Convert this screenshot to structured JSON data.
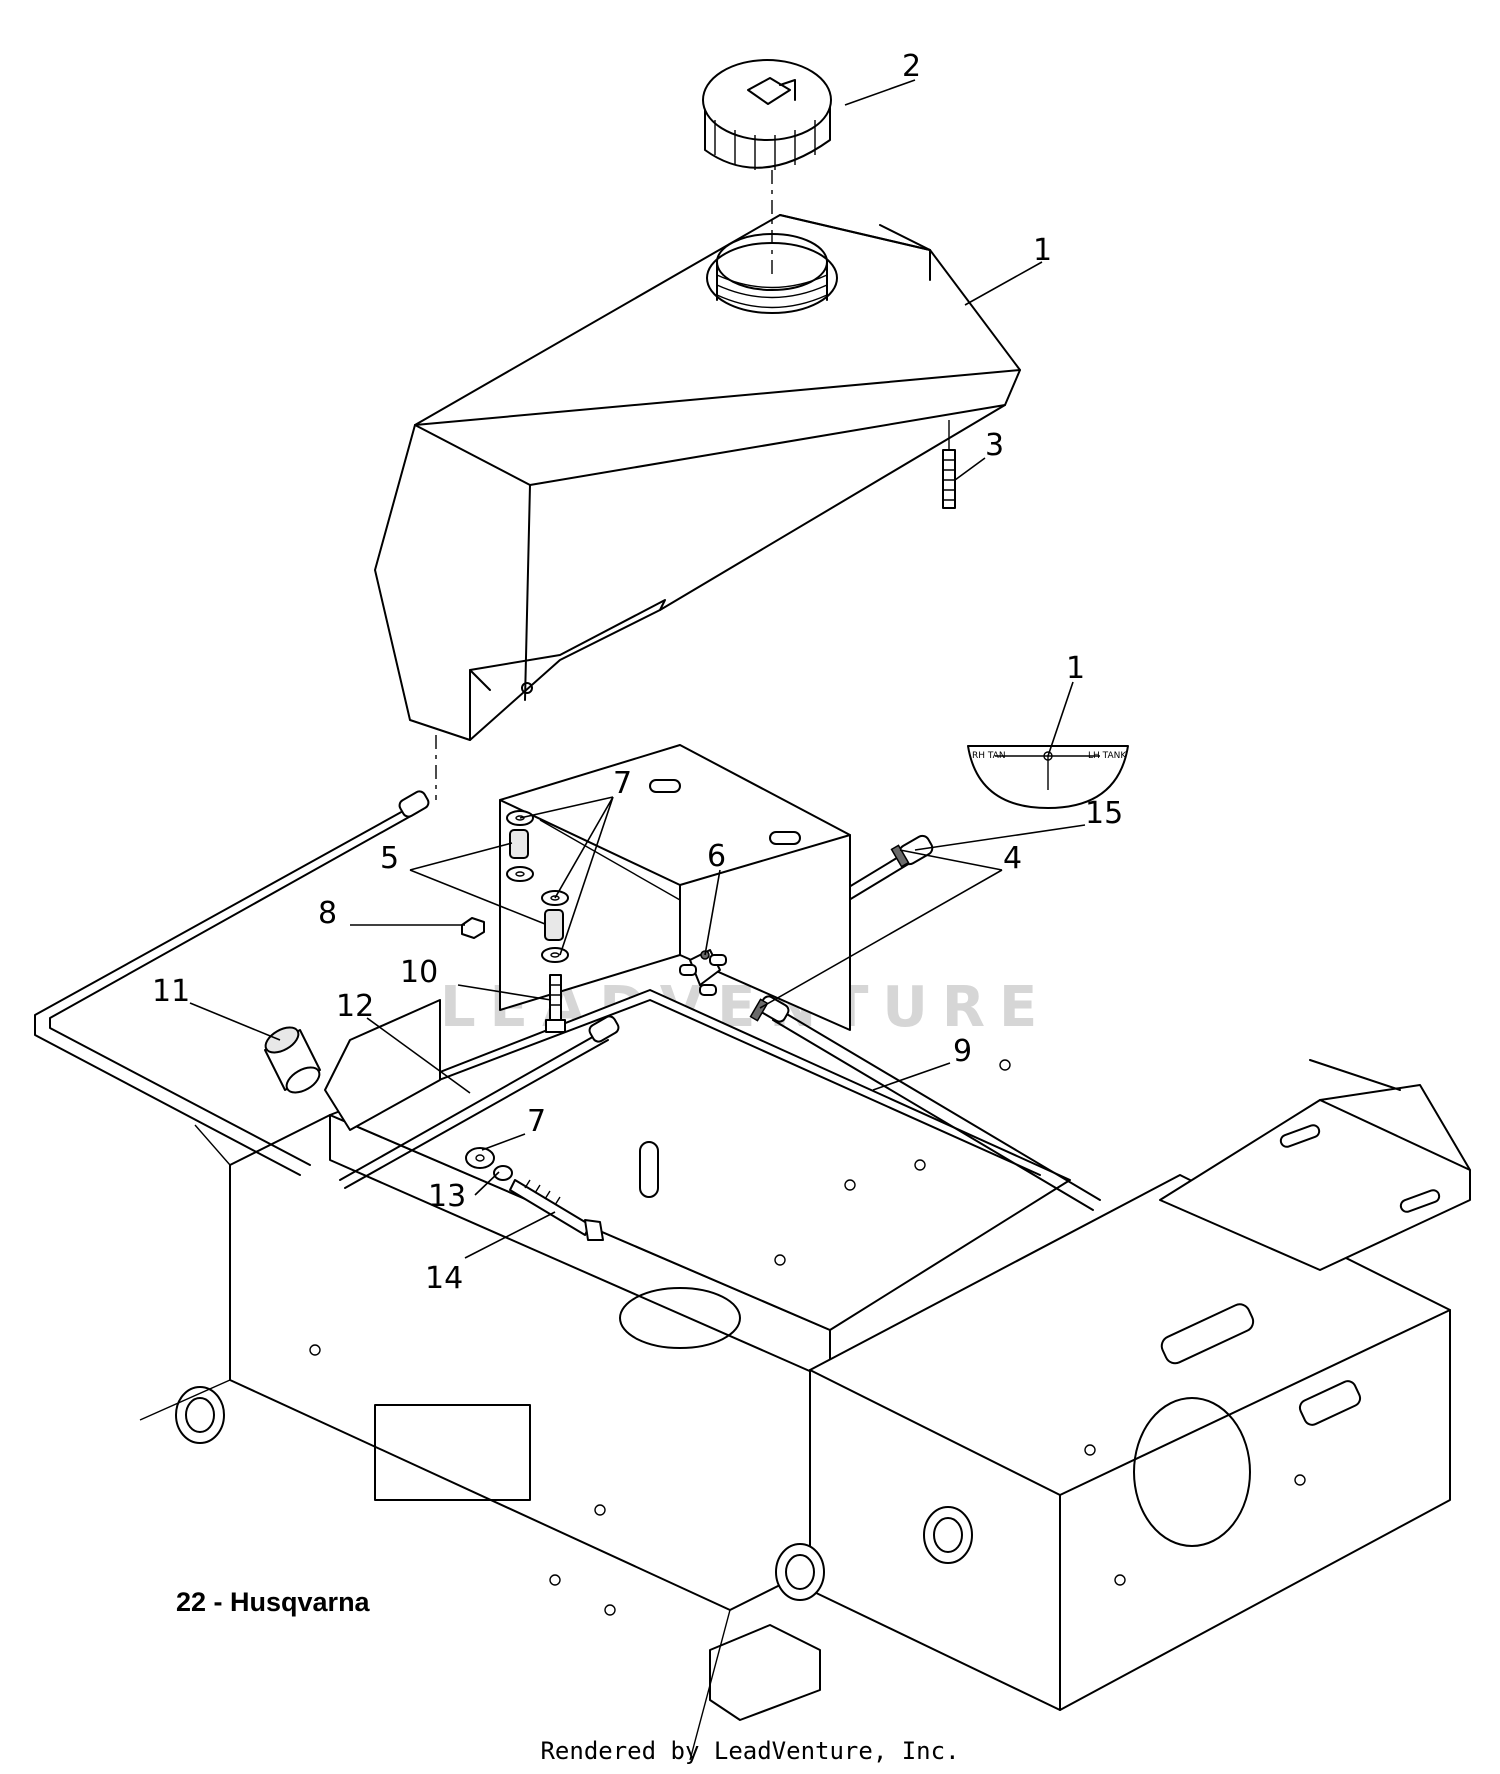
{
  "caption": "22 - Husqvarna",
  "credit": "Rendered by LeadVenture, Inc.",
  "watermark": "LEADVENTURE",
  "valve_decal": {
    "left_text": "RH TAN",
    "right_text": "LH TANK"
  },
  "callouts": [
    {
      "id": "callout-2",
      "text": "2"
    },
    {
      "id": "callout-1-tank",
      "text": "1"
    },
    {
      "id": "callout-3",
      "text": "3"
    },
    {
      "id": "callout-1-decal",
      "text": "1"
    },
    {
      "id": "callout-7-top",
      "text": "7"
    },
    {
      "id": "callout-15",
      "text": "15"
    },
    {
      "id": "callout-6",
      "text": "6"
    },
    {
      "id": "callout-4",
      "text": "4"
    },
    {
      "id": "callout-5",
      "text": "5"
    },
    {
      "id": "callout-8",
      "text": "8"
    },
    {
      "id": "callout-10",
      "text": "10"
    },
    {
      "id": "callout-11",
      "text": "11"
    },
    {
      "id": "callout-12",
      "text": "12"
    },
    {
      "id": "callout-9",
      "text": "9"
    },
    {
      "id": "callout-7-bottom",
      "text": "7"
    },
    {
      "id": "callout-13",
      "text": "13"
    },
    {
      "id": "callout-14",
      "text": "14"
    }
  ]
}
